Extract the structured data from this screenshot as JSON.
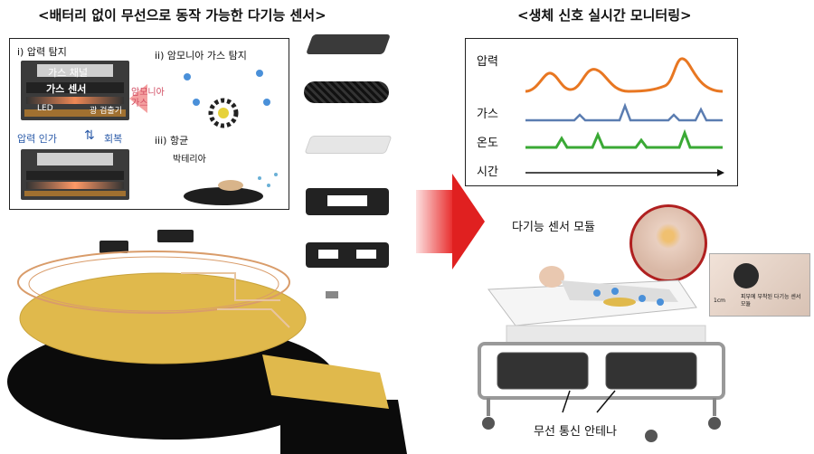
{
  "left_title": "<배터리 없이 무선으로 동작 가능한 다기능 센서>",
  "right_title": "<생체 신호 실시간 모니터링>",
  "inset": {
    "pressure_section": "i) 압력 탐지",
    "gas_channel": "가스 채널",
    "gas_sensor": "가스 센서",
    "led": "LED",
    "photodetector": "광 검출기",
    "pressure_apply": "압력 인가",
    "recovery": "회복",
    "ammonia_section": "ii) 암모니아 가스 탐지",
    "ammonia_gas": "암모니아 가스",
    "antibacterial_section": "iii) 항균",
    "bacteria": "박테리아"
  },
  "monitor": {
    "signals": [
      "압력",
      "가스",
      "온도"
    ],
    "time_label": "시간",
    "colors": {
      "pressure": "#e87722",
      "gas": "#5b7db1",
      "temperature": "#3aa935"
    }
  },
  "module_label": "다기능 센서 모듈",
  "inset_photo": {
    "scale": "1cm",
    "caption": "피부에 부착된 다기능 센서 모듈"
  },
  "antenna_label": "무선 통신 안테나"
}
